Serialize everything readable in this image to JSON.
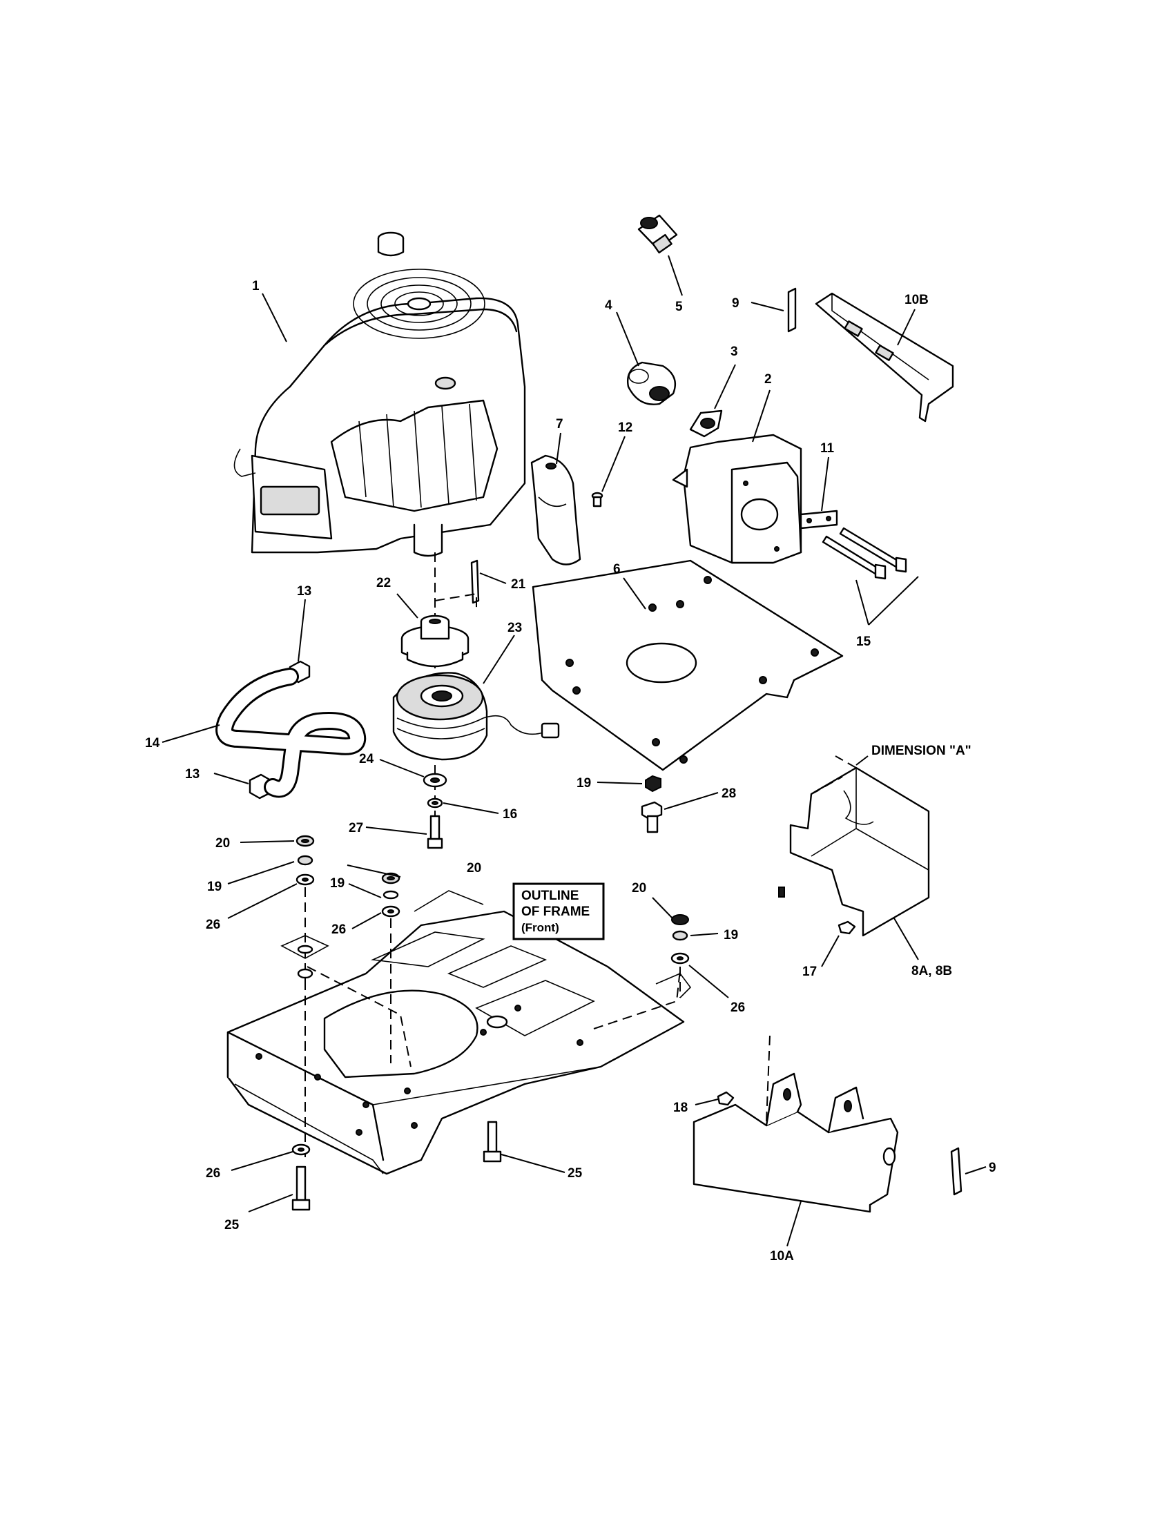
{
  "callouts": {
    "c1": "1",
    "c2": "2",
    "c3": "3",
    "c4": "4",
    "c5": "5",
    "c6": "6",
    "c7": "7",
    "c8ab": "8A, 8B",
    "c9a": "9",
    "c9b": "9",
    "c10a": "10A",
    "c10b": "10B",
    "c11": "11",
    "c12": "12",
    "c13a": "13",
    "c13b": "13",
    "c14": "14",
    "c15": "15",
    "c16": "16",
    "c17": "17",
    "c18": "18",
    "c19a": "19",
    "c19b": "19",
    "c19c": "19",
    "c19d": "19",
    "c20a": "20",
    "c20b": "20",
    "c20c": "20",
    "c21": "21",
    "c22": "22",
    "c23": "23",
    "c24": "24",
    "c25a": "25",
    "c25b": "25",
    "c26a": "26",
    "c26b": "26",
    "c26c": "26",
    "c26d": "26",
    "c27": "27",
    "c28": "28"
  },
  "dimension_label": "DIMENSION \"A\"",
  "frame_note": {
    "line1": "OUTLINE",
    "line2": "OF FRAME",
    "line3": "(Front)"
  }
}
